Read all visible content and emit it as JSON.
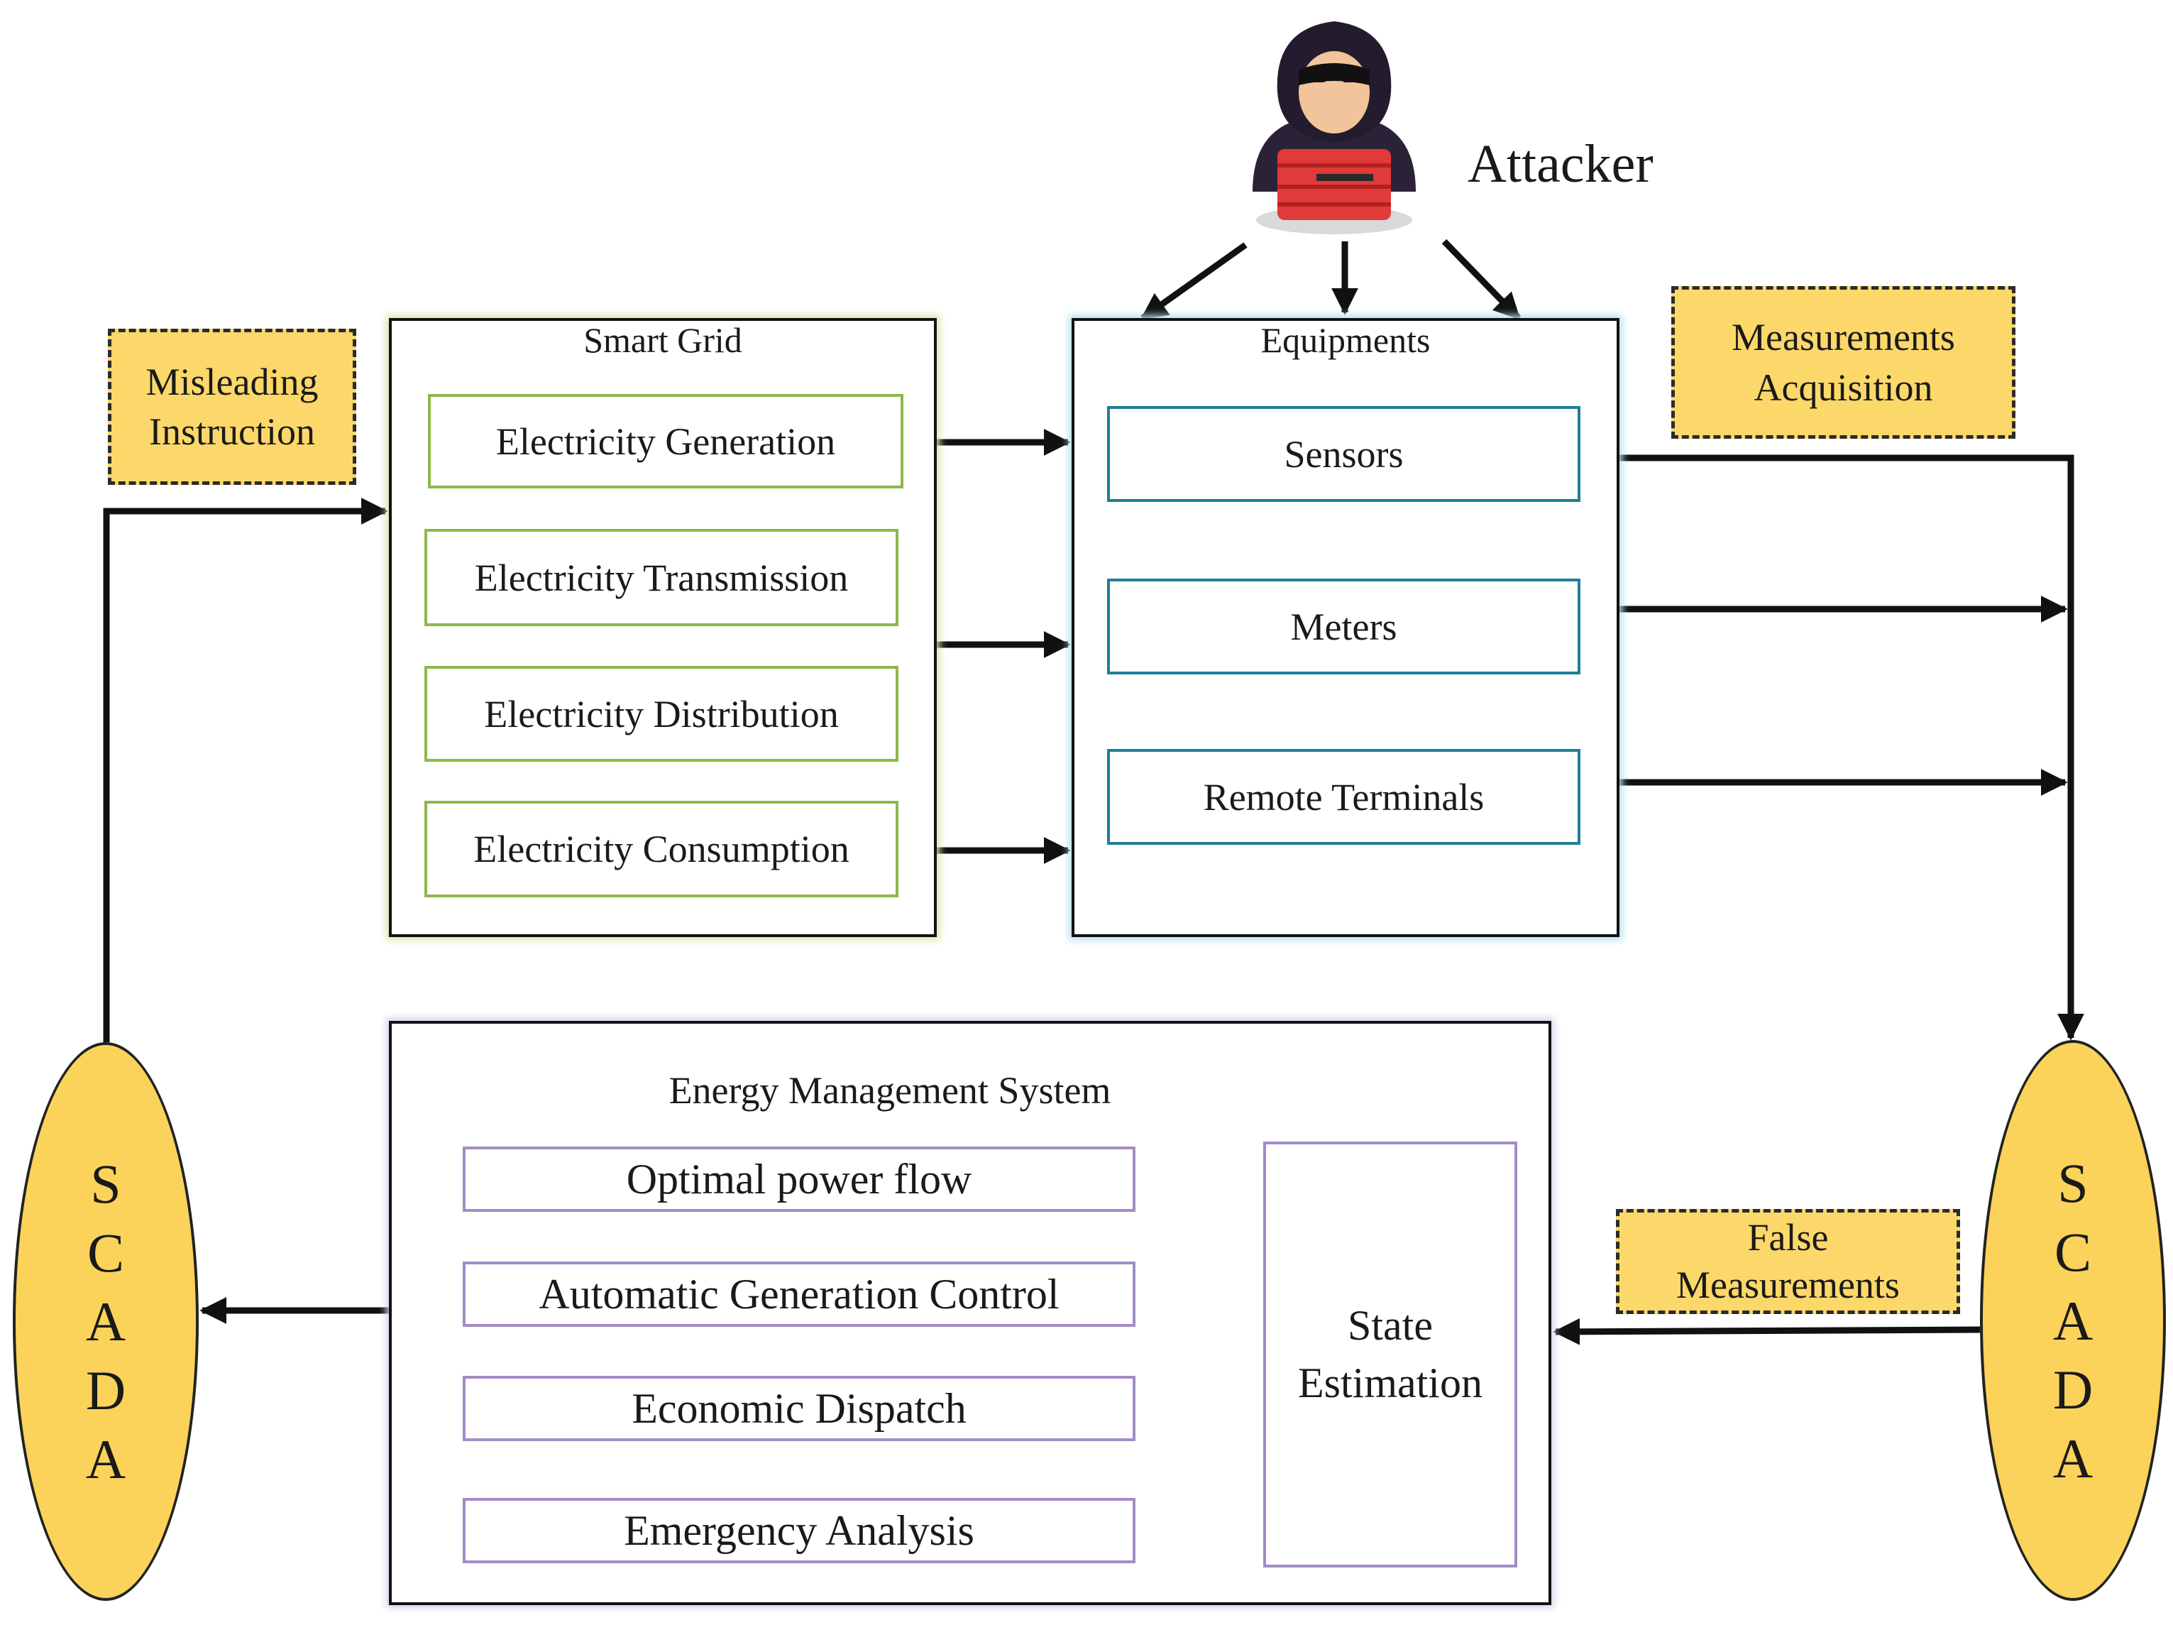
{
  "attacker": {
    "label": "Attacker",
    "icon": "hooded-hacker-icon"
  },
  "smart_grid": {
    "title": "Smart Grid",
    "items": [
      "Electricity Generation",
      "Electricity Transmission",
      "Electricity Distribution",
      "Electricity Consumption"
    ]
  },
  "equipments": {
    "title": "Equipments",
    "items": [
      "Sensors",
      "Meters",
      "Remote Terminals"
    ]
  },
  "notes": {
    "misleading": "Misleading\nInstruction",
    "measurements": "Measurements\nAcquisition",
    "false_measurements": "False\nMeasurements"
  },
  "scada": {
    "letters": [
      "S",
      "C",
      "A",
      "D",
      "A"
    ]
  },
  "ems": {
    "title": "Energy Management System",
    "items": [
      "Optimal power flow",
      "Automatic Generation Control",
      "Economic Dispatch",
      "Emergency Analysis"
    ],
    "state_estimation": "State\nEstimation"
  },
  "colors": {
    "note_fill": "#fcd86a",
    "scada_fill": "#fbd35a",
    "smart_grid_border": "#8db84a",
    "equipment_border": "#1f7f96",
    "ems_border": "#a28cc7",
    "attacker_device": "#e03a3a"
  }
}
